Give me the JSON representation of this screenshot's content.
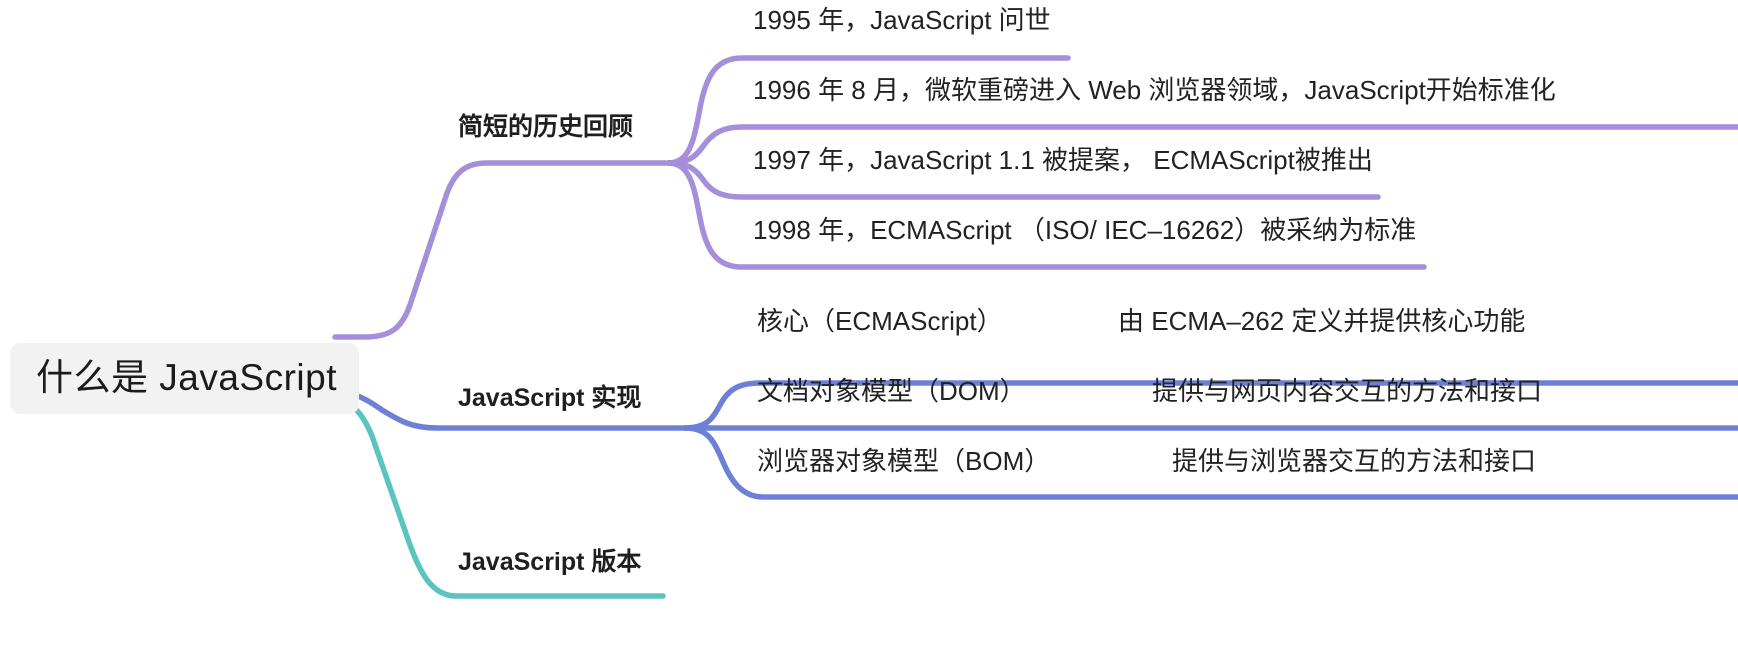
{
  "diagram": {
    "type": "mindmap",
    "orientation": "left-to-right",
    "background": "#ffffff",
    "root": {
      "label": "什么是 JavaScript",
      "background": "#f2f2f3",
      "text_color": "#1b1b1b"
    },
    "branches": [
      {
        "label": "简短的历史回顾",
        "color": "#a58fda",
        "children": [
          {
            "label": "1995 年，JavaScript 问世"
          },
          {
            "label": "1996 年 8 月，微软重磅进入 Web 浏览器领域，JavaScript开始标准化"
          },
          {
            "label": "1997 年，JavaScript 1.1 被提案， ECMAScript被推出"
          },
          {
            "label": "1998 年，ECMAScript （ISO/ IEC–16262）被采纳为标准"
          }
        ]
      },
      {
        "label": "JavaScript 实现",
        "color": "#6d80d6",
        "children": [
          {
            "label": "核心（ECMAScript）",
            "detail": "由 ECMA–262 定义并提供核心功能"
          },
          {
            "label": "文档对象模型（DOM）",
            "detail": "提供与网页内容交互的方法和接口"
          },
          {
            "label": "浏览器对象模型（BOM）",
            "detail": "提供与浏览器交互的方法和接口"
          }
        ]
      },
      {
        "label": "JavaScript 版本",
        "color": "#5ac4be",
        "children": []
      }
    ]
  }
}
